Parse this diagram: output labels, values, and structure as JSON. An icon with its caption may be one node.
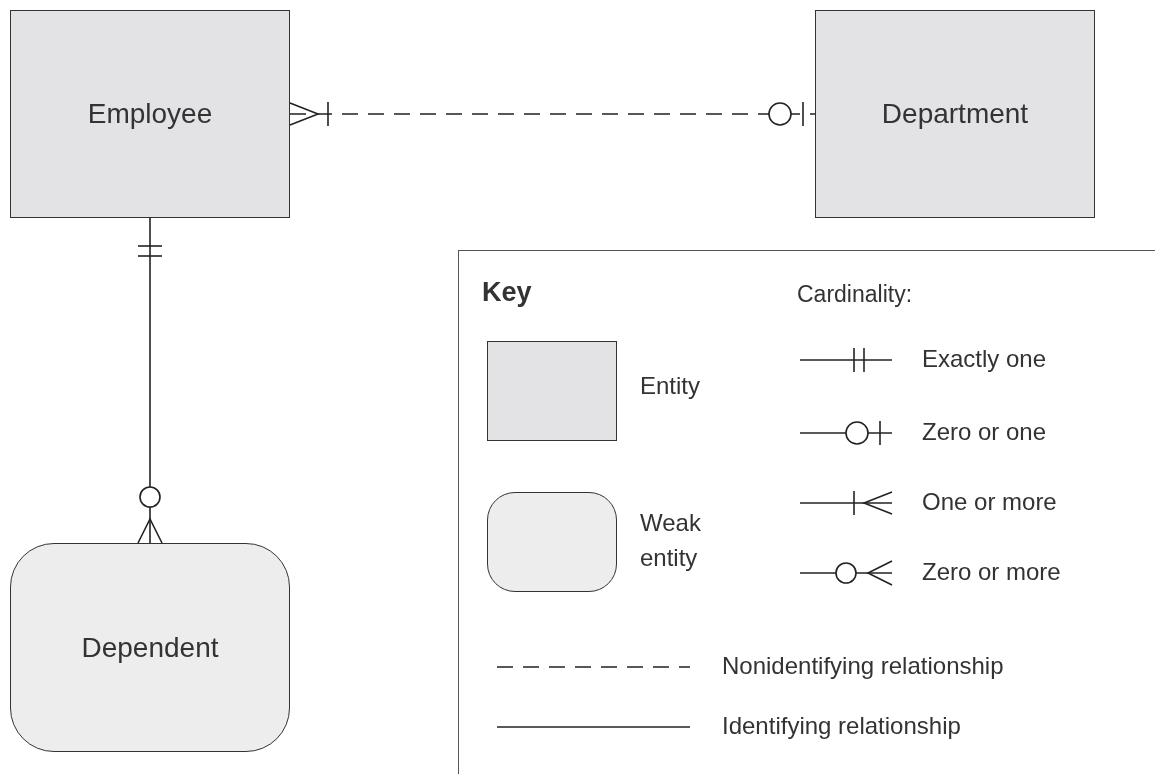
{
  "diagram": {
    "nodes": [
      {
        "text": [
          "Employee"
        ]
      },
      {
        "text": [
          "Department"
        ]
      },
      {
        "text": [
          "Dependent"
        ]
      },
      {
        "text": [],
        "shape": "box",
        "beside": [
          "Entity"
        ]
      },
      {
        "text": [],
        "shape": "box",
        "beside": [
          "Weak entity"
        ]
      }
    ],
    "edges": [
      {
        "from": 0,
        "to": 1,
        "arrow": "other",
        "style": "dashed"
      },
      {
        "from": 0,
        "to": 2,
        "arrow": "other"
      }
    ],
    "labels": [
      "Key",
      "Cardinality:"
    ],
    "legend": [
      {
        "text": "Exactly one"
      },
      {
        "text": "Zero or one"
      },
      {
        "text": "One or more"
      },
      {
        "text": "Zero or more"
      },
      {
        "text": "Nonidentifying relationship"
      },
      {
        "text": "Identifying relationship"
      }
    ]
  }
}
